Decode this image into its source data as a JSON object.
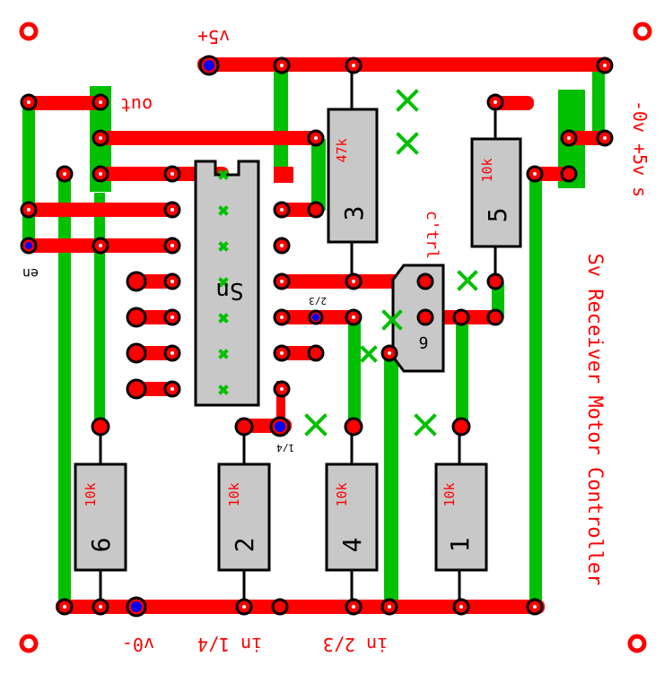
{
  "labels": {
    "title": "Sv Receiver Motor Controller",
    "v5": "v5+",
    "gnd": "v0-",
    "supply": "-0v +5v s",
    "in14": "in 1/4",
    "in23": "in 2/3",
    "out": "out",
    "en": "en",
    "ctrl": "c'trl",
    "ic_main": "Sn",
    "ic_small": "6",
    "r3_value": "47k",
    "r3_num": "3",
    "r5_value": "10k",
    "r5_num": "5",
    "r6_value": "10k",
    "r6_num": "6",
    "r2_value": "10k",
    "r2_num": "2",
    "r4_value": "10k",
    "r4_num": "4",
    "r1_value": "10k",
    "r1_num": "1",
    "j23": "2/3",
    "j14": "1/4"
  },
  "colors": {
    "copper": "#ff0000",
    "jumper": "#00c000",
    "component": "#c8c8c8",
    "outline": "#000000",
    "via": "#0000ff"
  }
}
